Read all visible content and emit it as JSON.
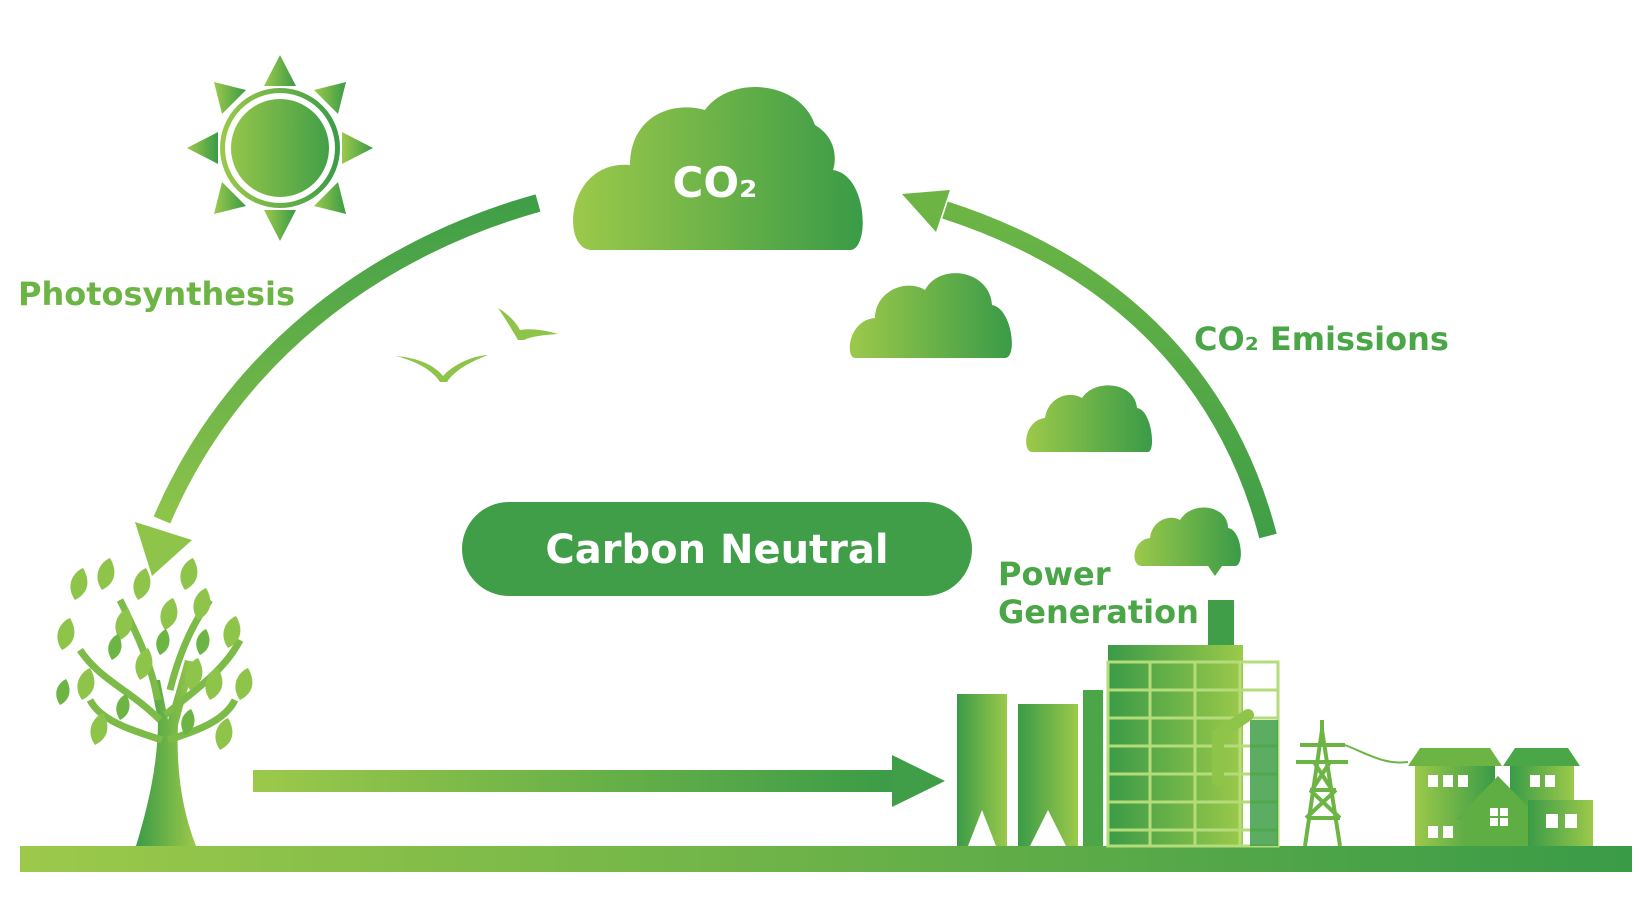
{
  "labels": {
    "cloud_main": "CO₂",
    "photosynthesis": "Photosynthesis",
    "emissions": "CO₂ Emissions",
    "center": "Carbon Neutral",
    "power_line1": "Power",
    "power_line2": "Generation"
  },
  "colors": {
    "light_green": "#9cc94a",
    "dark_green": "#3a9b47",
    "mid_green": "#5eae44",
    "text_white": "#ffffff"
  },
  "icons": [
    "sun-icon",
    "cloud-icon",
    "bird-icon",
    "tree-icon",
    "factory-icon",
    "power-tower-icon",
    "house-icon",
    "arrow-icon"
  ]
}
